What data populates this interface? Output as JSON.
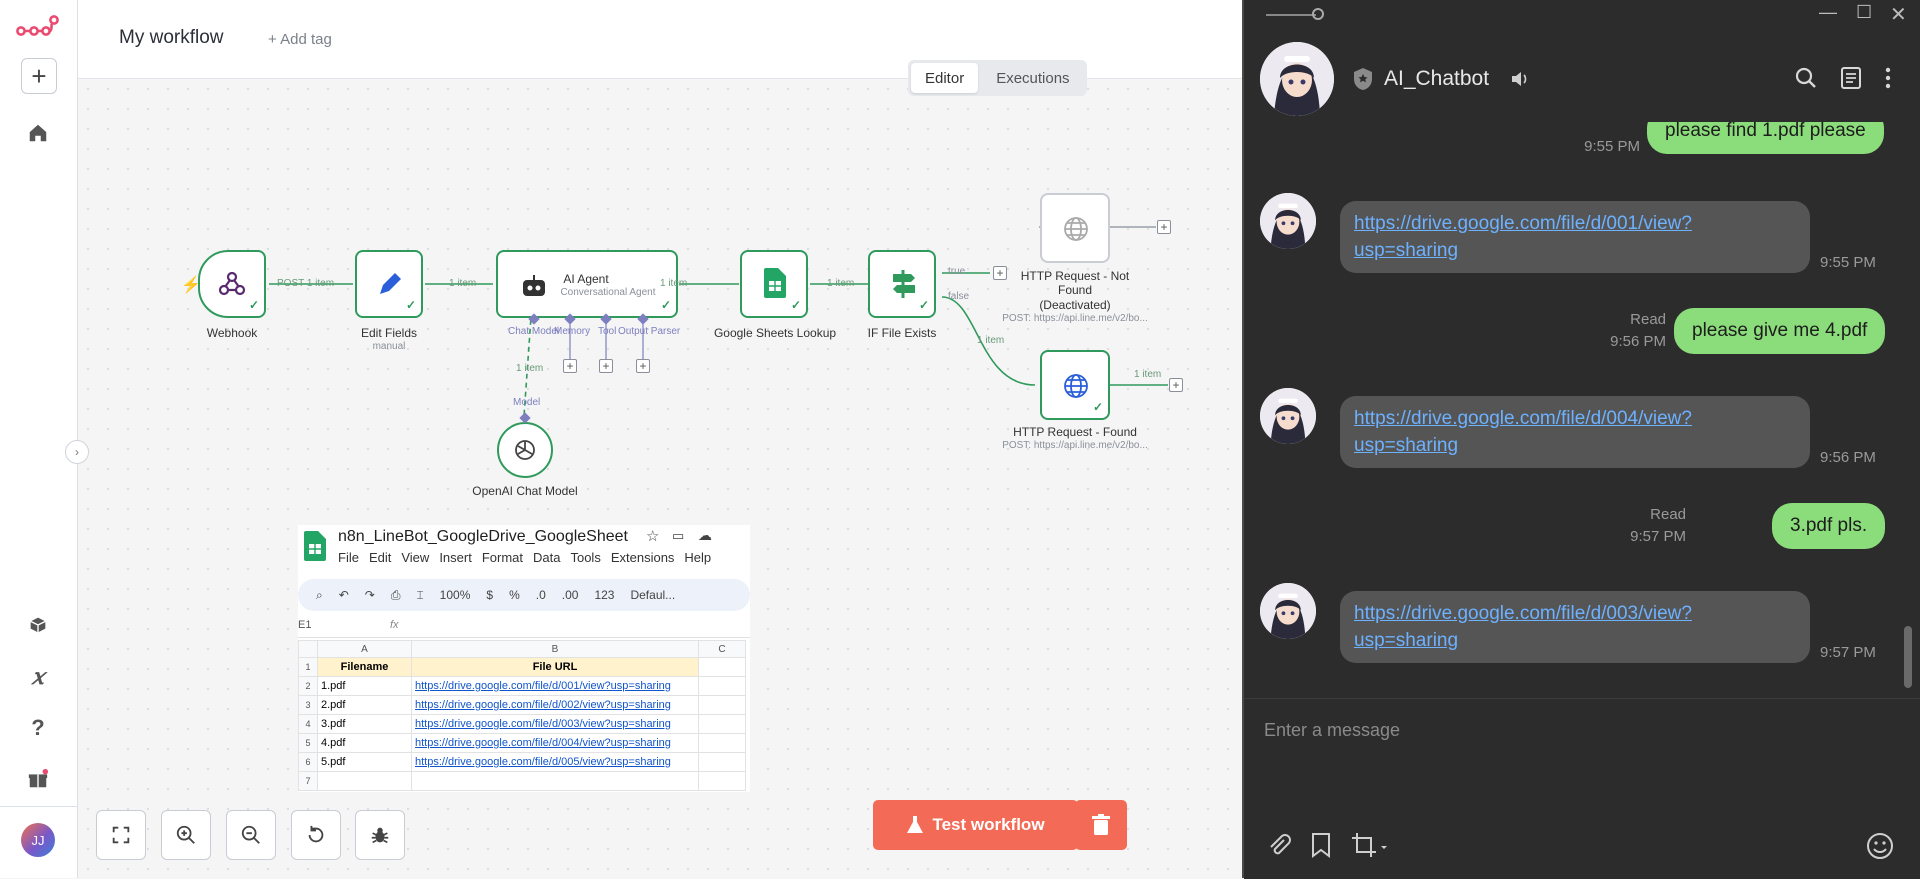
{
  "workflow": {
    "title": "My workflow",
    "add_tag": "+ Add tag",
    "tabs": [
      {
        "label": "Editor"
      },
      {
        "label": "Executions"
      }
    ],
    "test_button": "Test workflow"
  },
  "nodes": {
    "webhook": {
      "label": "Webhook"
    },
    "edit_fields": {
      "label": "Edit Fields",
      "sub": "manual"
    },
    "ai_agent": {
      "label": "AI Agent",
      "sub": "Conversational Agent"
    },
    "sheets": {
      "label": "Google Sheets Lookup"
    },
    "if_exists": {
      "label": "IF File Exists"
    },
    "http_not_found": {
      "label1": "HTTP Request - Not",
      "label2": "Found",
      "label3": "(Deactivated)",
      "sub": "POST: https://api.line.me/v2/bo..."
    },
    "http_found": {
      "label": "HTTP Request - Found",
      "sub": "POST: https://api.line.me/v2/bo..."
    },
    "openai": {
      "label": "OpenAI Chat Model"
    }
  },
  "connections": {
    "c1": "POST",
    "c1b": "1 item",
    "c2": "1 item",
    "c3": "1 item",
    "c4": "1 item",
    "true_label": "true",
    "false_label": "false",
    "false_items": "1 item",
    "found_items": "1 item",
    "model_items": "1 item",
    "model_label": "Model",
    "ports": [
      "Chat Model",
      "Memory",
      "Tool",
      "Output Parser"
    ]
  },
  "sheet": {
    "title": "n8n_LineBot_GoogleDrive_GoogleSheet",
    "menu": [
      "File",
      "Edit",
      "View",
      "Insert",
      "Format",
      "Data",
      "Tools",
      "Extensions",
      "Help"
    ],
    "zoom": "100%",
    "toolbar_items": [
      "$",
      "%",
      ".0",
      ".00",
      "123",
      "Defaul..."
    ],
    "cell_ref": "E1",
    "fx": "fx",
    "col_headers": [
      "A",
      "B",
      "C"
    ],
    "headers": [
      "Filename",
      "File URL"
    ],
    "rows": [
      [
        "1.pdf",
        "https://drive.google.com/file/d/001/view?usp=sharing"
      ],
      [
        "2.pdf",
        "https://drive.google.com/file/d/002/view?usp=sharing"
      ],
      [
        "3.pdf",
        "https://drive.google.com/file/d/003/view?usp=sharing"
      ],
      [
        "4.pdf",
        "https://drive.google.com/file/d/004/view?usp=sharing"
      ],
      [
        "5.pdf",
        "https://drive.google.com/file/d/005/view?usp=sharing"
      ]
    ],
    "row_numbers": [
      "1",
      "2",
      "3",
      "4",
      "5",
      "6",
      "7"
    ]
  },
  "user": {
    "initials": "JJ"
  },
  "chat": {
    "bot_name": "AI_Chatbot",
    "input_placeholder": "Enter a message",
    "messages": [
      {
        "dir": "out",
        "text": "please find 1.pdf please",
        "time": "9:55 PM"
      },
      {
        "dir": "in",
        "line1": "https://drive.google.com/file/d/001/view?",
        "line2": "usp=sharing",
        "time": "9:55 PM"
      },
      {
        "dir": "out",
        "text": "please give me 4.pdf",
        "time": "9:56 PM",
        "status": "Read"
      },
      {
        "dir": "in",
        "line1": "https://drive.google.com/file/d/004/view?",
        "line2": "usp=sharing",
        "time": "9:56 PM"
      },
      {
        "dir": "out",
        "text": "3.pdf pls.",
        "time": "9:57 PM",
        "status": "Read"
      },
      {
        "dir": "in",
        "line1": "https://drive.google.com/file/d/003/view?",
        "line2": "usp=sharing",
        "time": "9:57 PM"
      }
    ]
  },
  "colors": {
    "n8n_accent": "#ea4b71",
    "node_success": "#2f9a5c",
    "test_button": "#f36b56",
    "chat_bg": "#2c2c2c",
    "bubble_out": "#8bdc7a",
    "bubble_in": "#555555",
    "link": "#6db1ff"
  }
}
